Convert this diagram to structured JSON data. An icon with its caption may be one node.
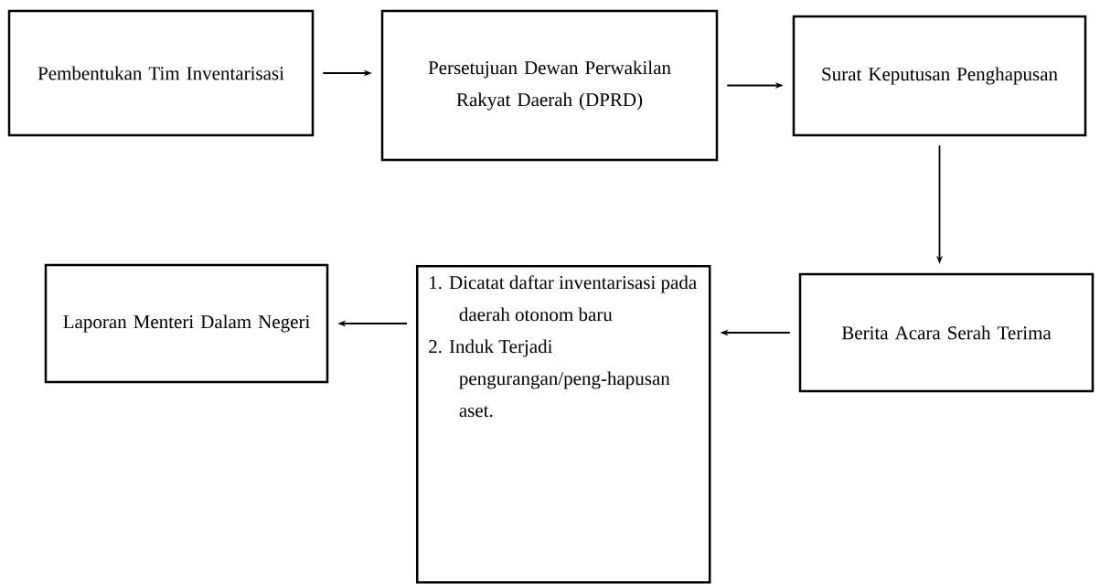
{
  "diagram": {
    "nodes": [
      {
        "text": [
          "Pembentukan Tim Inventarisasi"
        ]
      },
      {
        "text": [
          "Persetujuan Dewan Perwakilan Rakyat Daerah (DPRD)"
        ]
      },
      {
        "text": [
          "Surat Keputusan Penghapusan"
        ]
      },
      {
        "text": [
          "Berita Acara Serah Terima"
        ]
      },
      {
        "text": [
          "1. Dicatat daftar inventarisasi pada daerah otonom baru",
          "2. Induk Terjadi pengurangan/peng-hapusan aset."
        ]
      },
      {
        "text": [
          "Laporan Menteri Dalam Negeri"
        ]
      }
    ],
    "edges": [
      {
        "from": 0,
        "to": 1,
        "arrow": "to"
      },
      {
        "from": 1,
        "to": 2,
        "arrow": "to"
      },
      {
        "from": 2,
        "to": 3,
        "arrow": "to"
      },
      {
        "from": 3,
        "to": 4,
        "arrow": "to"
      },
      {
        "from": 4,
        "to": 5,
        "arrow": "to"
      }
    ]
  }
}
